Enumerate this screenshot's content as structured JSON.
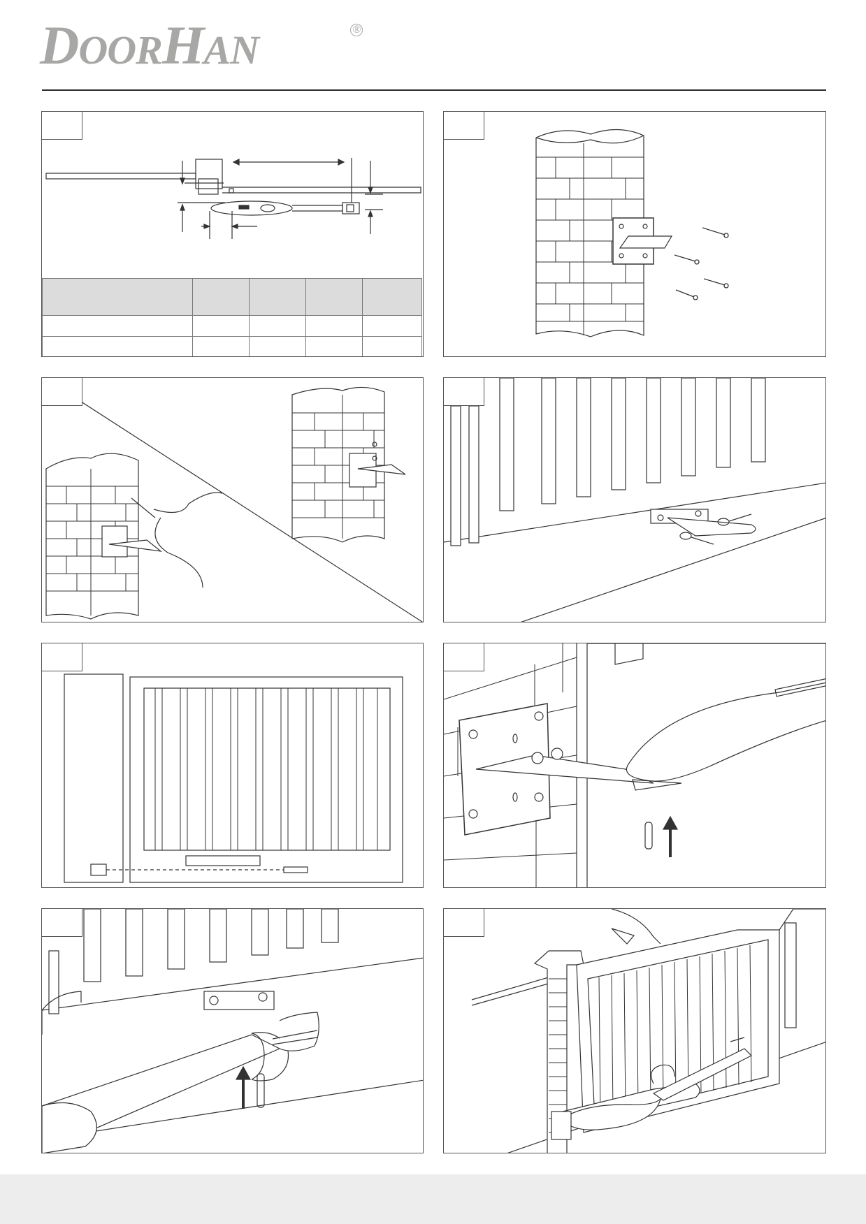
{
  "brand": {
    "logo_text_part1": "D",
    "logo_text_part2": "OOR",
    "logo_text_part3": "H",
    "logo_text_part4": "AN",
    "registered_mark": "®"
  },
  "panels": [
    {
      "id": "step-1",
      "subject": "dimension-diagram-with-table"
    },
    {
      "id": "step-2",
      "subject": "bracket-on-brick-pillar-with-anchors"
    },
    {
      "id": "step-3",
      "subject": "welding-bracket-to-pillar"
    },
    {
      "id": "step-4",
      "subject": "gate-bracket-with-bolts"
    },
    {
      "id": "step-5",
      "subject": "gate-front-view-alignment"
    },
    {
      "id": "step-6",
      "subject": "operator-mount-to-pillar-bracket"
    },
    {
      "id": "step-7",
      "subject": "operator-mount-to-gate-bracket"
    },
    {
      "id": "step-8",
      "subject": "manual-gate-test"
    }
  ],
  "dimension_table": {
    "columns": 5,
    "rows": 3
  },
  "colors": {
    "logo": "#a7a7a5",
    "table_header": "#dcdcdc",
    "footer": "#ededed",
    "lines": "#333333"
  }
}
